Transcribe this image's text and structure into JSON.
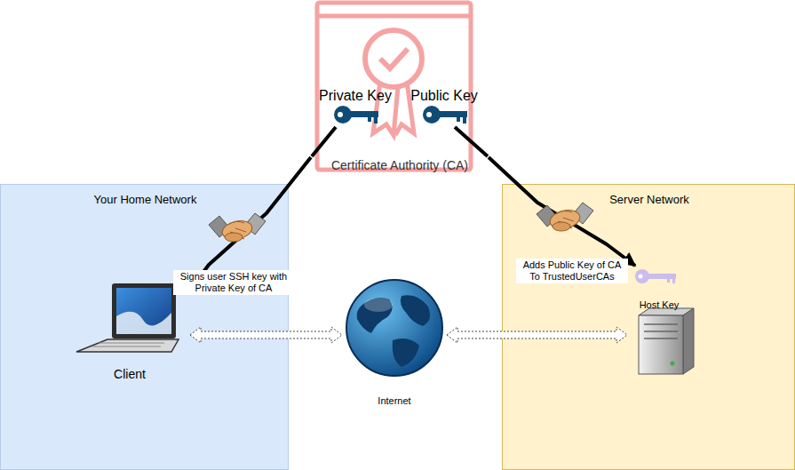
{
  "diagram": {
    "nodes": [
      {
        "text": [
          "Private Key",
          "Public Key",
          "Certificate Authority (CA)"
        ]
      },
      {
        "text": [
          "Your Home Network"
        ]
      },
      {
        "text": [
          "Client"
        ],
        "in": 1
      },
      {
        "text": [
          "Internet"
        ]
      },
      {
        "text": [
          "Server Network"
        ]
      },
      {
        "text": [
          "Host Key"
        ],
        "in": 4
      }
    ],
    "edges": [
      {
        "from": 0,
        "to": 2,
        "label": "Signs user SSH key with Private Key of CA",
        "arrow": "none"
      },
      {
        "from": 0,
        "to": 5,
        "label": "Adds Public Key of CA To TrustedUserCAs",
        "arrow": "to"
      },
      {
        "from": 2,
        "to": 3,
        "arrow": "both"
      },
      {
        "from": 3,
        "to": 5,
        "arrow": "both"
      }
    ]
  }
}
